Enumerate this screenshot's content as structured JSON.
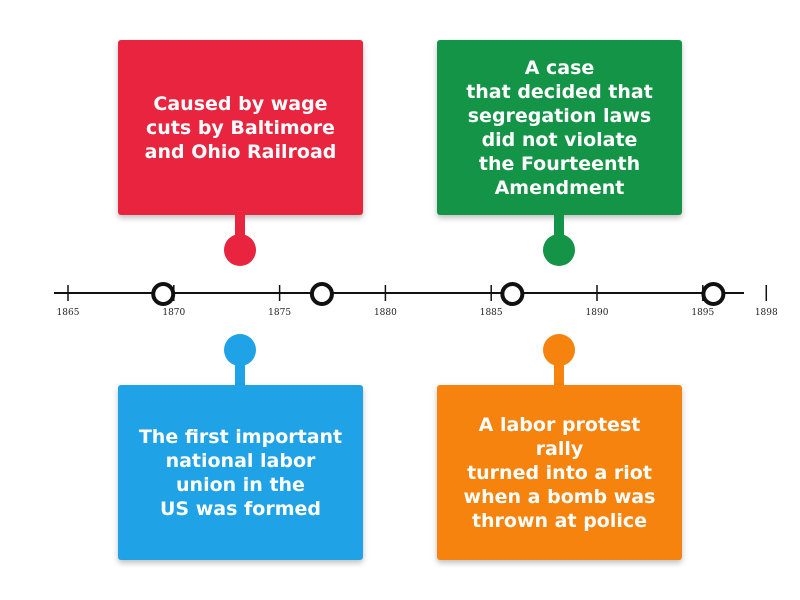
{
  "colors": {
    "red": "#e8243f",
    "green": "#149447",
    "blue": "#1fa2e6",
    "orange": "#f5830e",
    "line": "#111111"
  },
  "cards": {
    "red": {
      "text": "Caused by wage\ncuts by Baltimore\nand Ohio Railroad"
    },
    "green": {
      "text": "A case\nthat decided that\nsegregation laws\ndid not violate\nthe Fourteenth\nAmendment"
    },
    "blue": {
      "text": "The first important\nnational labor\nunion in the\nUS was formed"
    },
    "orange": {
      "text": "A labor protest rally\nturned into a riot\nwhen a bomb was\nthrown at police"
    }
  },
  "timeline": {
    "range": [
      1865,
      1898
    ],
    "ticks": [
      {
        "year": 1865,
        "label": "1865"
      },
      {
        "year": 1870,
        "label": "1870"
      },
      {
        "year": 1875,
        "label": "1875"
      },
      {
        "year": 1880,
        "label": "1880"
      },
      {
        "year": 1885,
        "label": "1885"
      },
      {
        "year": 1890,
        "label": "1890"
      },
      {
        "year": 1895,
        "label": "1895"
      },
      {
        "year": 1898,
        "label": "1898"
      }
    ],
    "markers": [
      1869.5,
      1877,
      1886,
      1895.5
    ]
  }
}
